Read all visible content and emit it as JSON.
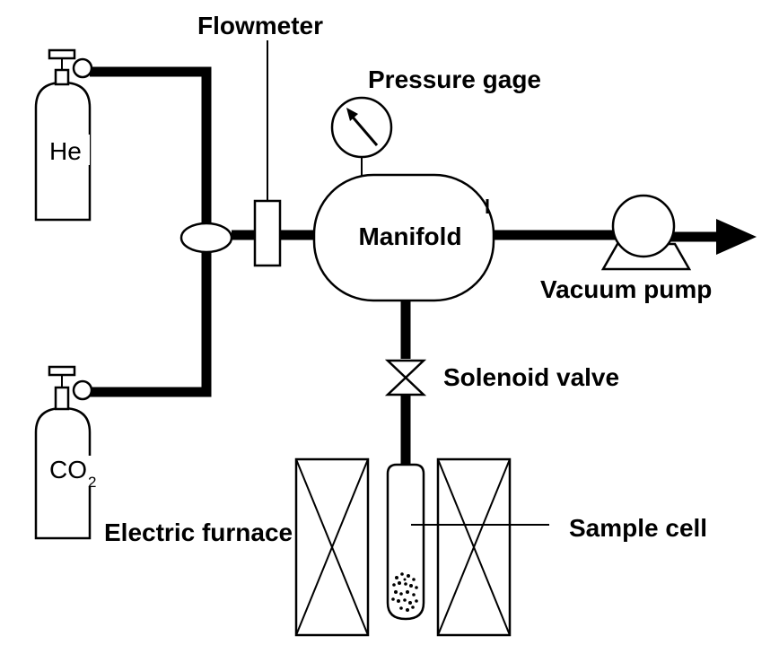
{
  "labels": {
    "flowmeter": "Flowmeter",
    "pressure_gage": "Pressure gage",
    "manifold": "Manifold",
    "vacuum_pump": "Vacuum pump",
    "solenoid_valve": "Solenoid valve",
    "electric_furnace": "Electric furnace",
    "sample_cell": "Sample cell"
  },
  "cylinders": {
    "top": {
      "text": "He"
    },
    "bottom": {
      "text": "CO",
      "subscript": "2"
    }
  }
}
